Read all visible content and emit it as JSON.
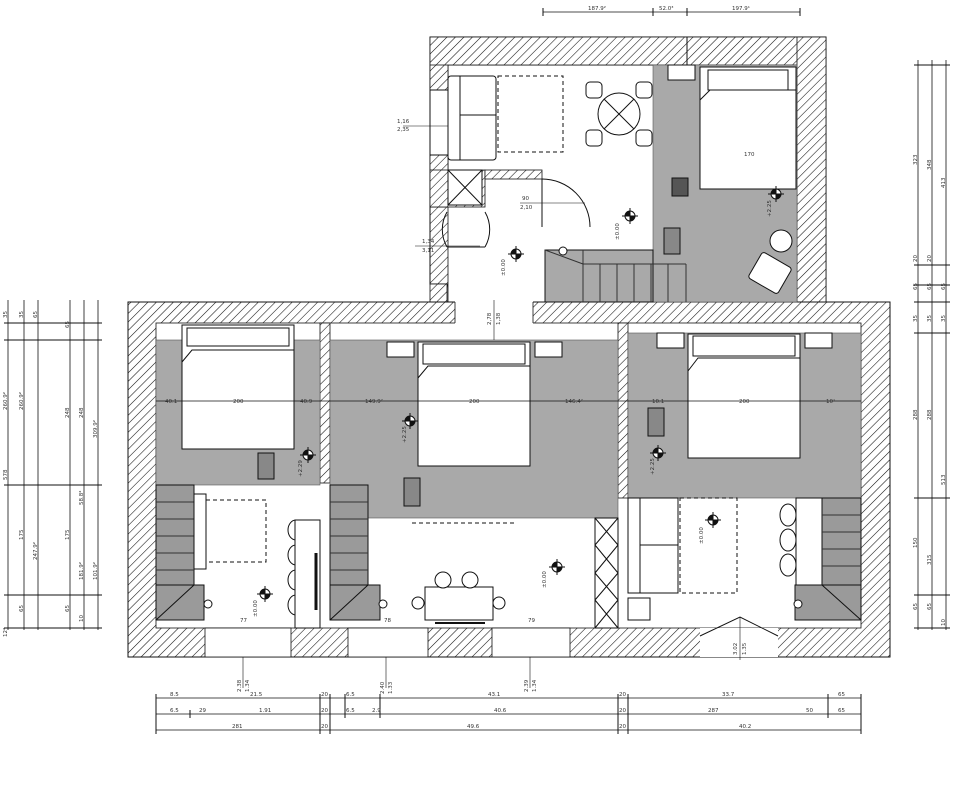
{
  "top_dims": [
    "187.9²",
    "52.0³",
    "197.9¹"
  ],
  "bottom_dims": {
    "row1": [
      "8.5",
      "21.5",
      "20",
      "6.5",
      "43.1",
      "20",
      "33.7",
      "65"
    ],
    "row2": [
      "6.5",
      "29",
      "1.91",
      "20",
      "6.5",
      "2.9",
      "40.6",
      "20",
      "287",
      "50",
      "65"
    ],
    "row3": [
      "281",
      "20",
      "49.6",
      "20",
      "40.2"
    ]
  },
  "left_dims": {
    "col1": [
      "35",
      "260.9²",
      "578",
      "12²"
    ],
    "col2": [
      "35",
      "260.9²",
      "175",
      "247.9²",
      "65"
    ],
    "col3": [
      "65",
      "248",
      "175",
      "65"
    ],
    "col4": [
      "65",
      "248",
      "58.8²",
      "181.9²",
      "10"
    ],
    "col5": [
      "309.9²",
      "101.9²"
    ]
  },
  "right_dims": {
    "col1": [
      "323",
      "20",
      "65",
      "35",
      "288",
      "150",
      "65"
    ],
    "col2": [
      "348",
      "20",
      "65",
      "35",
      "288",
      "315",
      "65"
    ],
    "col3": [
      "413",
      "65",
      "35",
      "513",
      "10"
    ]
  },
  "room_widths": [
    "40.1",
    "200",
    "40.9",
    "149.9²",
    "200",
    "146.4²",
    "10.1",
    "200",
    "10¹"
  ],
  "labels": {
    "bed_top_width": "170",
    "win_top_a": "1,16",
    "win_top_b": "2,35",
    "door_top_a": "90",
    "door_top_b": "2,10",
    "door_left_a": "1,34",
    "door_left_b": "3,11",
    "corridor_a": "1,38",
    "corridor_b": "2,78",
    "level_zero": "±0.00",
    "level_225": "+2.25",
    "level_229": "+2.29",
    "win_b1": "77",
    "win_b2": "78",
    "win_b3": "79",
    "win_b1_v": "2.38",
    "win_b1_v2": "1.34",
    "win_b2_v": "2.40",
    "win_b2_v2": "1.33",
    "win_b3_v": "2.39",
    "win_b3_v2": "1.34",
    "door_b_a": "1.35",
    "door_b_b": "3.02"
  }
}
